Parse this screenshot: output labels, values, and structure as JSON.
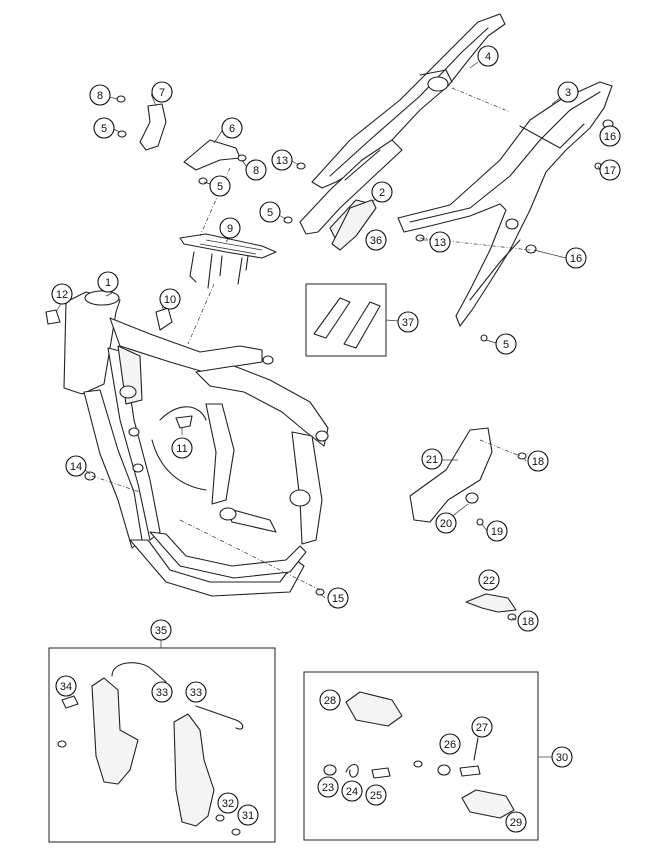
{
  "callouts": {
    "c1": "1",
    "c2": "2",
    "c3": "3",
    "c4": "4",
    "c5a": "5",
    "c5b": "5",
    "c5c": "5",
    "c5d": "5",
    "c6": "6",
    "c7": "7",
    "c8a": "8",
    "c8b": "8",
    "c9": "9",
    "c10": "10",
    "c11": "11",
    "c12": "12",
    "c13a": "13",
    "c13b": "13",
    "c14": "14",
    "c15": "15",
    "c16a": "16",
    "c16b": "16",
    "c17": "17",
    "c18a": "18",
    "c18b": "18",
    "c19": "19",
    "c20": "20",
    "c21": "21",
    "c22": "22",
    "c23": "23",
    "c24": "24",
    "c25": "25",
    "c26": "26",
    "c27": "27",
    "c28": "28",
    "c29": "29",
    "c30": "30",
    "c31": "31",
    "c32": "32",
    "c33a": "33",
    "c33b": "33",
    "c34": "34",
    "c35": "35",
    "c36": "36",
    "c37": "37"
  }
}
